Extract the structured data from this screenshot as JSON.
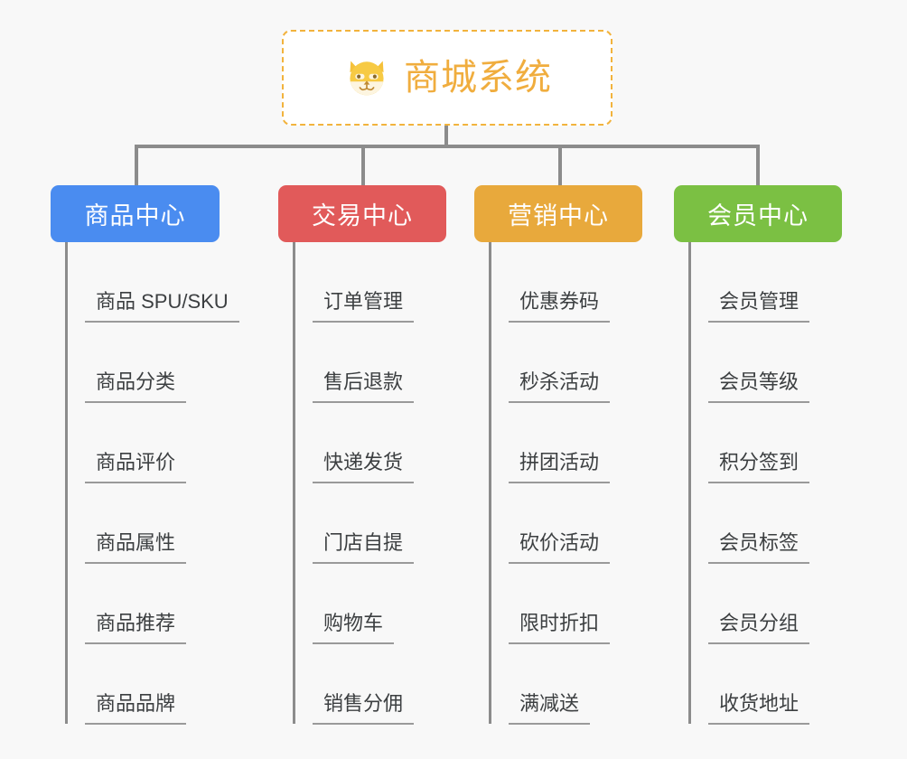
{
  "canvas": {
    "background": "#f8f8f8",
    "connector_color": "#8c8c8c"
  },
  "root": {
    "title": "商城系统",
    "icon": "shiba-dog-face-icon",
    "text_color": "#f0ad3e",
    "border_color": "#f2b33d",
    "fill_color": "#ffffff"
  },
  "columns": [
    {
      "title": "商品中心",
      "color": "#4a8cf0",
      "items": [
        "商品 SPU/SKU",
        "商品分类",
        "商品评价",
        "商品属性",
        "商品推荐",
        "商品品牌"
      ]
    },
    {
      "title": "交易中心",
      "color": "#e15a5a",
      "items": [
        "订单管理",
        "售后退款",
        "快递发货",
        "门店自提",
        "购物车",
        "销售分佣"
      ]
    },
    {
      "title": "营销中心",
      "color": "#e8a93c",
      "items": [
        "优惠券码",
        "秒杀活动",
        "拼团活动",
        "砍价活动",
        "限时折扣",
        "满减送"
      ]
    },
    {
      "title": "会员中心",
      "color": "#7bc043",
      "items": [
        "会员管理",
        "会员等级",
        "积分签到",
        "会员标签",
        "会员分组",
        "收货地址"
      ]
    }
  ]
}
